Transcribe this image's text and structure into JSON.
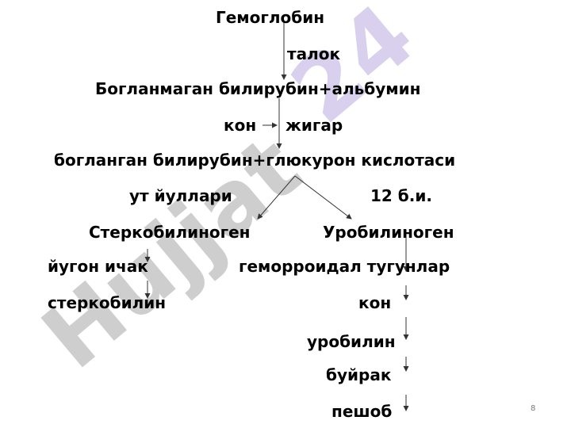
{
  "watermark": {
    "text_gray": "Hujjat",
    "text_purple": "24",
    "color_gray": "#c9c9c9",
    "color_purple": "#d4cbec"
  },
  "diagram": {
    "hemoglobin": "Гемоглобин",
    "spleen": "талок",
    "unconjugated": "Богланмаган билирубин+альбумин",
    "blood": "кон",
    "liver": "жигар",
    "conjugated": "богланган билирубин+глюкурон кислотаси",
    "bile_ducts": "ут йуллари",
    "duodenum": "12 б.и.",
    "stercobilinogen": "Стеркобилиноген",
    "urobilinogen": "Уробилиноген",
    "colon": "йугон ичак",
    "hemorrhoidal": "геморроидал тугунлар",
    "stercobilin": "стеркобилин",
    "blood_2": "кон",
    "urobilin": "уробилин",
    "kidney": "буйрак",
    "urine": "пешоб"
  },
  "page_number": "8"
}
